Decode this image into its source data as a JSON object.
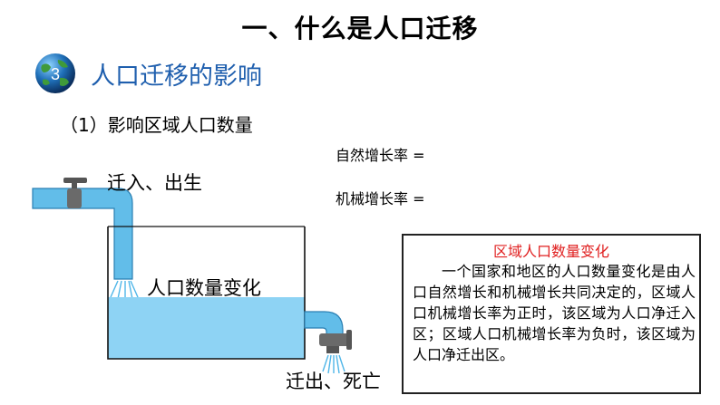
{
  "main_title": "一、什么是人口迁移",
  "section": {
    "number": "3",
    "title": "人口迁移的影响",
    "icon": "globe-icon"
  },
  "sub_heading": "（1）影响区域人口数量",
  "formulas": {
    "natural": "自然增长率 =",
    "mechanical": "机械增长率 ="
  },
  "diagram": {
    "inflow_label": "迁入、出生",
    "tank_label": "人口数量变化",
    "outflow_label": "迁出、死亡",
    "water_color": "#8ed3f4",
    "pipe_color": "#62bde9"
  },
  "info_box": {
    "title": "区域人口数量变化",
    "body": "一个国家和地区的人口数量变化是由人口自然增长和机械增长共同决定的，区域人口机械增长率为正时，该区域为人口净迁入区；区域人口机械增长率为负时，该区域为人口净迁出区。",
    "title_color": "#e02020"
  }
}
